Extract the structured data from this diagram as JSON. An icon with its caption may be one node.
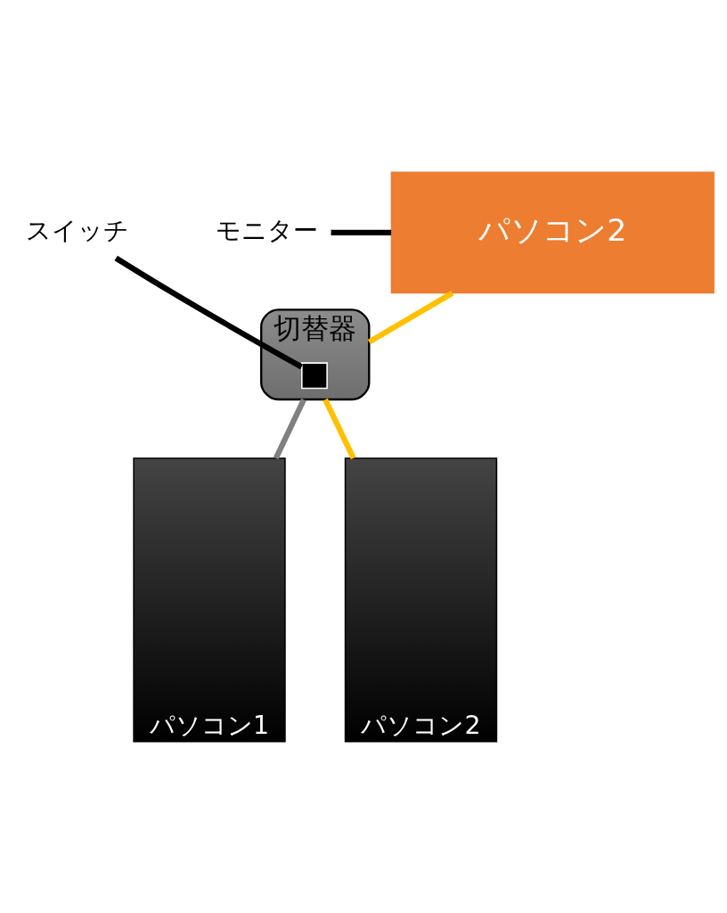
{
  "diagram": {
    "nodes": [
      {
        "text": [
          "パソコン2"
        ]
      },
      {
        "text": [
          "モニター"
        ]
      },
      {
        "text": [
          "切替器"
        ]
      },
      {
        "text": [],
        "shape": "box",
        "in": 2
      },
      {
        "text": [
          "スイッチ"
        ]
      },
      {
        "text": [
          "パソコン1"
        ]
      },
      {
        "text": [
          "パソコン2"
        ]
      }
    ],
    "edges": [
      {
        "from": 1,
        "to": 0,
        "arrow": "none"
      },
      {
        "from": 4,
        "to": 3,
        "arrow": "none"
      },
      {
        "from": 0,
        "to": 2,
        "arrow": "none",
        "color": "#ffc000"
      },
      {
        "from": 2,
        "to": 5,
        "arrow": "none",
        "color": "#808080"
      },
      {
        "from": 2,
        "to": 6,
        "arrow": "none",
        "color": "#ffc000"
      }
    ]
  }
}
